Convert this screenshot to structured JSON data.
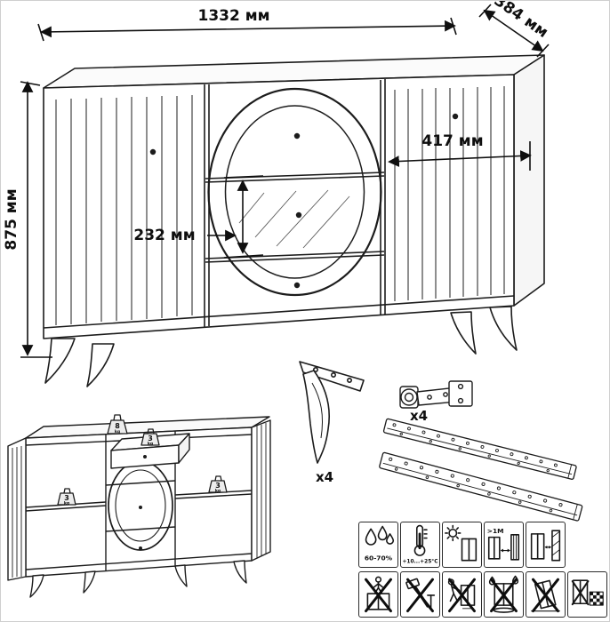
{
  "drawing": {
    "dimensions": {
      "width": "1332 мм",
      "depth": "384 мм",
      "height": "875 мм",
      "right_section_width": "417 мм",
      "drawer_height": "232 мм"
    },
    "quantities": {
      "legs": "x4",
      "hinges": "x4"
    },
    "load_limits": {
      "top": {
        "value": "8",
        "unit": "kg"
      },
      "drawer": {
        "value": "3",
        "unit": "kg"
      },
      "left_shelf": {
        "value": "3",
        "unit": "kg"
      },
      "right_shelf": {
        "value": "3",
        "unit": "kg"
      }
    }
  },
  "care_icons": {
    "row1": [
      {
        "name": "humidity-icon",
        "label": "60-70%"
      },
      {
        "name": "temperature-icon",
        "label": "+10...+25°C"
      },
      {
        "name": "avoid-sunlight-icon",
        "label": ""
      },
      {
        "name": "heat-distance-icon",
        "label": ">1M"
      },
      {
        "name": "wall-distance-icon",
        "label": ""
      }
    ],
    "row2": [
      {
        "name": "no-climb-icon"
      },
      {
        "name": "no-hammer-icon"
      },
      {
        "name": "no-drag-icon"
      },
      {
        "name": "no-wet-icon"
      },
      {
        "name": "no-tilt-icon"
      },
      {
        "name": "stability-icon"
      }
    ]
  },
  "colors": {
    "line": "#1c1c1c",
    "background": "#ffffff"
  }
}
